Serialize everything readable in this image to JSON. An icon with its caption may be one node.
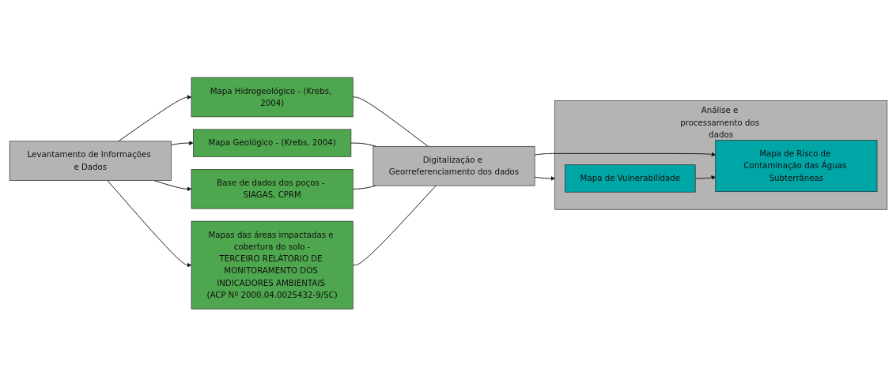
{
  "diagram": {
    "nodes": [
      {
        "text": [
          "Levantamento de Informações e Dados"
        ]
      },
      {
        "text": [
          "Mapa Hidrogeológico - (Krebs, 2004)"
        ]
      },
      {
        "text": [
          "Mapa Geológico - (Krebs, 2004)"
        ]
      },
      {
        "text": [
          "Base de dados dos poços - SIAGAS, CPRM"
        ]
      },
      {
        "text": [
          "Mapas das áreas impactadas e cobertura do solo -",
          "TERCEIRO RELÁTORIO DE MONITORAMENTO DOS INDICADORES AMBIENTAIS (ACP Nº 2000.04.0025432-9/SC)"
        ]
      },
      {
        "text": [
          "Digitalização e Georreferenciamento dos dados"
        ]
      },
      {
        "text": [
          "Análise e processamento dos dados"
        ]
      },
      {
        "text": [
          "Mapa de Vulnerabilidade"
        ],
        "in": 6
      },
      {
        "text": [
          "Mapa de Risco de Contaminação das Águas Subterrâneas"
        ],
        "in": 6
      }
    ],
    "edges": [
      {
        "from": 0,
        "to": 1,
        "arrow": "to"
      },
      {
        "from": 0,
        "to": 2,
        "arrow": "to"
      },
      {
        "from": 0,
        "to": 3,
        "arrow": "to"
      },
      {
        "from": 0,
        "to": 4,
        "arrow": "to"
      },
      {
        "from": 1,
        "to": 5,
        "arrow": "none"
      },
      {
        "from": 2,
        "to": 5,
        "arrow": "none"
      },
      {
        "from": 3,
        "to": 5,
        "arrow": "none"
      },
      {
        "from": 4,
        "to": 5,
        "arrow": "none"
      },
      {
        "from": 5,
        "to": 6,
        "arrow": "to"
      },
      {
        "from": 5,
        "to": 8,
        "arrow": "to"
      },
      {
        "from": 7,
        "to": 8,
        "arrow": "to"
      }
    ]
  }
}
